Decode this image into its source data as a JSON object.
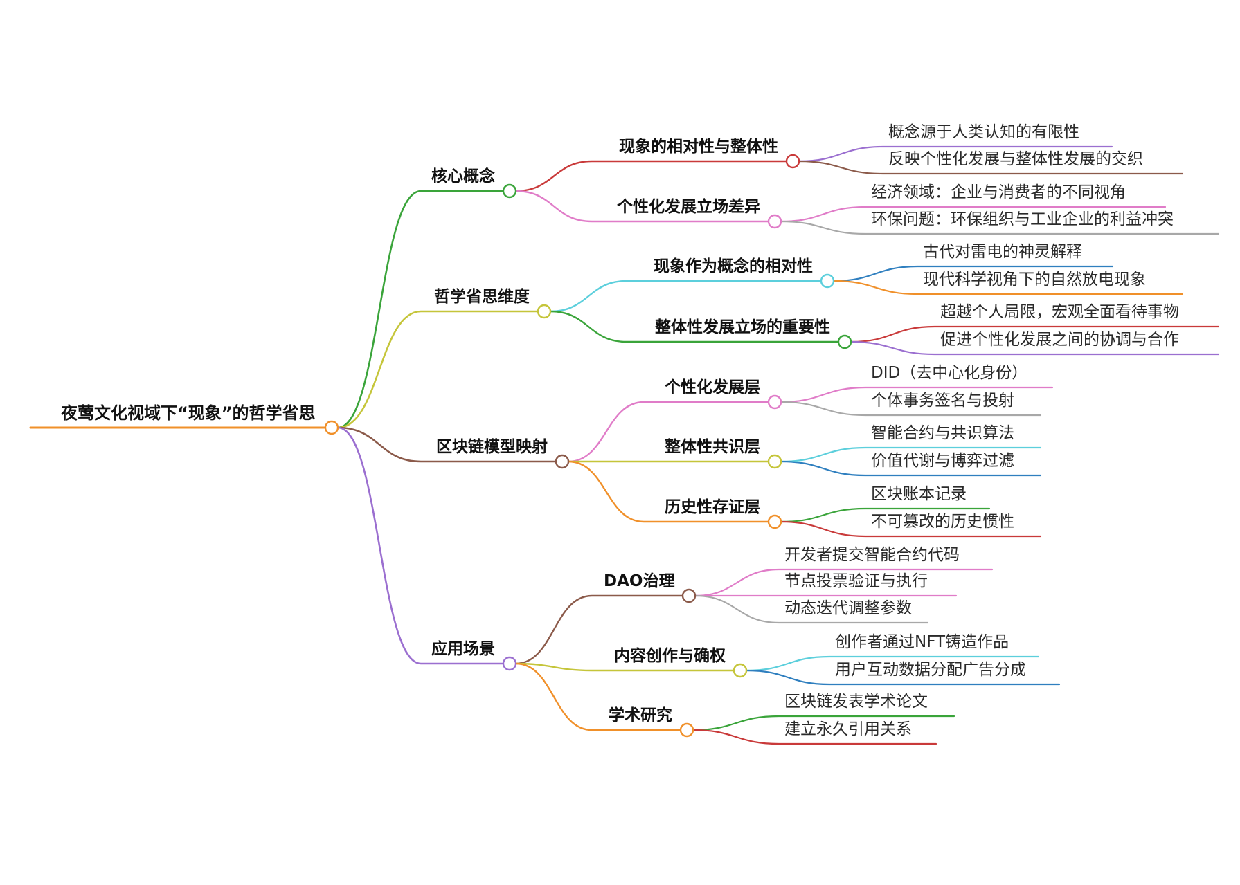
{
  "root": {
    "label": "夜莺文化视域下“现象”的哲学省思",
    "color": "#f0902a"
  },
  "branches": [
    {
      "label": "核心概念",
      "color": "#3aa43a",
      "children": [
        {
          "label": "现象的相对性与整体性",
          "color": "#c93a3a",
          "leaves": [
            {
              "label": "概念源于人类认知的有限性",
              "color": "#9b6fd0"
            },
            {
              "label": "反映个性化发展与整体性发展的交织",
              "color": "#8b5a4a"
            }
          ]
        },
        {
          "label": "个性化发展立场差异",
          "color": "#e07cc8",
          "leaves": [
            {
              "label": "经济领域：企业与消费者的不同视角",
              "color": "#e07cc8"
            },
            {
              "label": "环保问题：环保组织与工业企业的利益冲突",
              "color": "#a8a8a8"
            }
          ]
        }
      ]
    },
    {
      "label": "哲学省思维度",
      "color": "#c5c53a",
      "children": [
        {
          "label": "现象作为概念的相对性",
          "color": "#5ccfdc",
          "leaves": [
            {
              "label": "古代对雷电的神灵解释",
              "color": "#2f7fbf"
            },
            {
              "label": "现代科学视角下的自然放电现象",
              "color": "#f0902a"
            }
          ]
        },
        {
          "label": "整体性发展立场的重要性",
          "color": "#3aa43a",
          "leaves": [
            {
              "label": "超越个人局限，宏观全面看待事物",
              "color": "#c93a3a"
            },
            {
              "label": "促进个性化发展之间的协调与合作",
              "color": "#9b6fd0"
            }
          ]
        }
      ]
    },
    {
      "label": "区块链模型映射",
      "color": "#8b5a4a",
      "children": [
        {
          "label": "个性化发展层",
          "color": "#e07cc8",
          "leaves": [
            {
              "label": "DID（去中心化身份）",
              "color": "#e07cc8"
            },
            {
              "label": "个体事务签名与投射",
              "color": "#a8a8a8"
            }
          ]
        },
        {
          "label": "整体性共识层",
          "color": "#c5c53a",
          "leaves": [
            {
              "label": "智能合约与共识算法",
              "color": "#5ccfdc"
            },
            {
              "label": "价值代谢与博弈过滤",
              "color": "#2f7fbf"
            }
          ]
        },
        {
          "label": "历史性存证层",
          "color": "#f0902a",
          "leaves": [
            {
              "label": "区块账本记录",
              "color": "#3aa43a"
            },
            {
              "label": "不可篡改的历史惯性",
              "color": "#c93a3a"
            }
          ]
        }
      ]
    },
    {
      "label": "应用场景",
      "color": "#9b6fd0",
      "children": [
        {
          "label": "DAO治理",
          "color": "#8b5a4a",
          "leaves": [
            {
              "label": "开发者提交智能合约代码",
              "color": "#e07cc8"
            },
            {
              "label": "节点投票验证与执行",
              "color": "#e07cc8"
            },
            {
              "label": "动态迭代调整参数",
              "color": "#a8a8a8"
            }
          ]
        },
        {
          "label": "内容创作与确权",
          "color": "#c5c53a",
          "leaves": [
            {
              "label": "创作者通过NFT铸造作品",
              "color": "#5ccfdc"
            },
            {
              "label": "用户互动数据分配广告分成",
              "color": "#2f7fbf"
            }
          ]
        },
        {
          "label": "学术研究",
          "color": "#f0902a",
          "leaves": [
            {
              "label": "区块链发表学术论文",
              "color": "#3aa43a"
            },
            {
              "label": "建立永久引用关系",
              "color": "#c93a3a"
            }
          ]
        }
      ]
    }
  ]
}
